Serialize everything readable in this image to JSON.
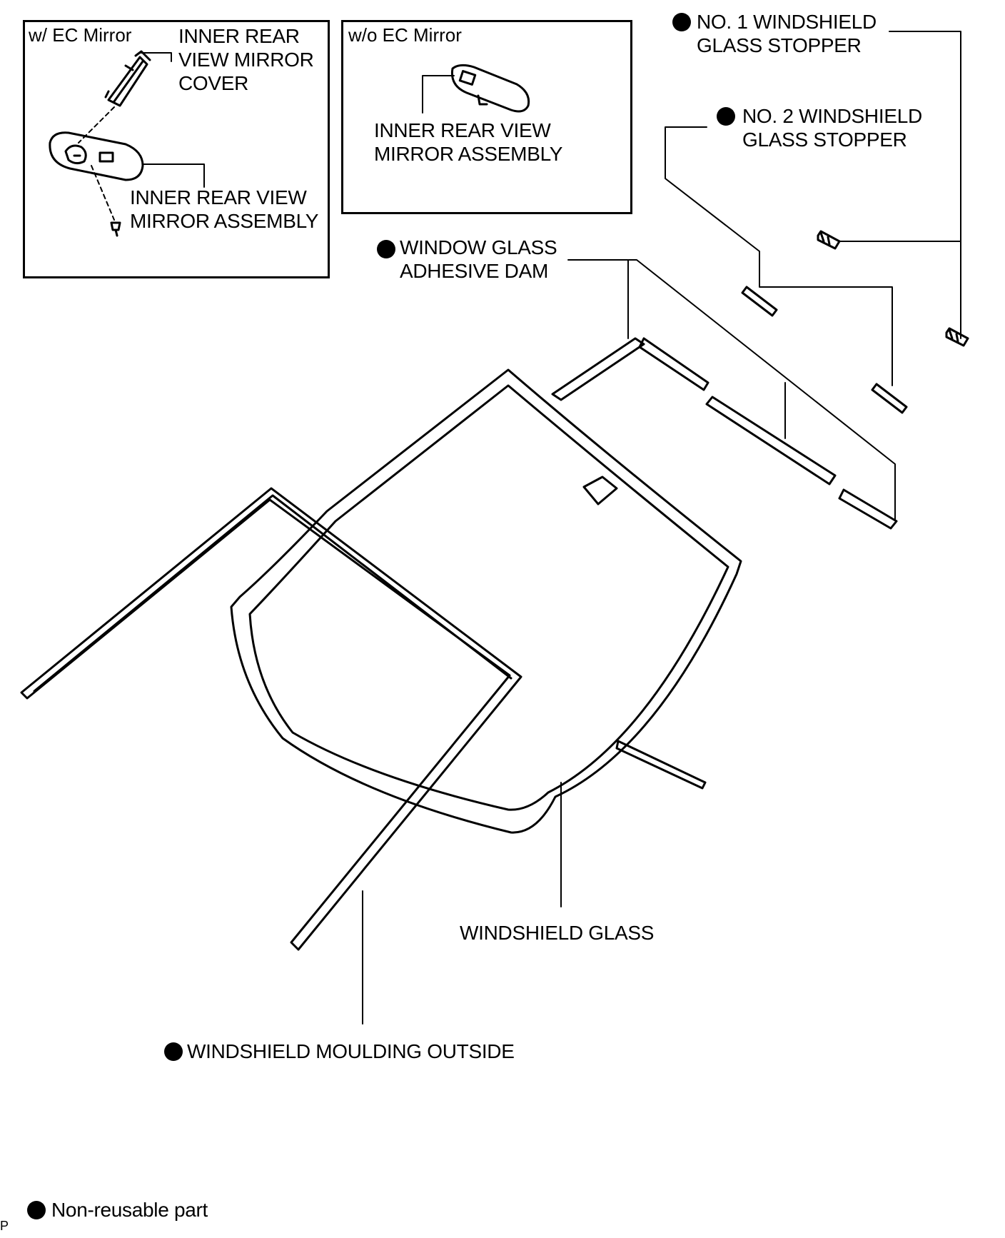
{
  "boxes": {
    "with_ec": {
      "title": "w/ EC Mirror",
      "cover_label": [
        "INNER REAR",
        "VIEW MIRROR",
        "COVER"
      ],
      "assembly_label": [
        "INNER REAR VIEW",
        "MIRROR ASSEMBLY"
      ]
    },
    "without_ec": {
      "title": "w/o EC Mirror",
      "assembly_label": [
        "INNER REAR VIEW",
        "MIRROR ASSEMBLY"
      ]
    }
  },
  "parts": {
    "stopper_1": [
      "NO. 1 WINDSHIELD",
      "GLASS STOPPER"
    ],
    "stopper_2": [
      "NO. 2 WINDSHIELD",
      "GLASS STOPPER"
    ],
    "adhesive_dam": [
      "WINDOW GLASS",
      "ADHESIVE DAM"
    ],
    "windshield_glass": "WINDSHIELD GLASS",
    "moulding_outside": "WINDSHIELD MOULDING OUTSIDE"
  },
  "legend": {
    "non_reusable": "Non-reusable part"
  },
  "corner_code": "P"
}
